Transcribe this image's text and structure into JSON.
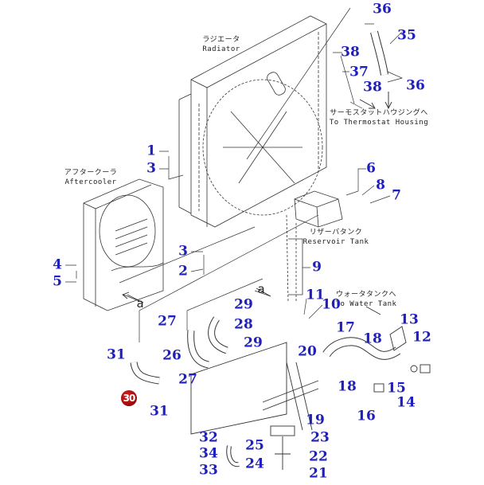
{
  "captions": {
    "radiator_jp": "ラジエータ",
    "radiator_en": "Radiator",
    "thermostat_jp": "サーモスタットハウジングへ",
    "thermostat_en": "To Thermostat Housing",
    "aftercooler_jp": "アフタークーラ",
    "aftercooler_en": "Aftercooler",
    "reservoir_jp": "リザーバタンク",
    "reservoir_en": "Reservoir Tank",
    "watertank_jp": "ウォータタンクへ",
    "watertank_en": "To Water Tank",
    "view_a_1": "a",
    "view_a_2": "a"
  },
  "callouts": [
    "36",
    "35",
    "38",
    "37",
    "38",
    "36",
    "1",
    "3",
    "6",
    "8",
    "7",
    "4",
    "5",
    "3",
    "2",
    "9",
    "11",
    "10",
    "29",
    "27",
    "28",
    "13",
    "17",
    "29",
    "18",
    "12",
    "31",
    "26",
    "20",
    "27",
    "18",
    "15",
    "31",
    "14",
    "16",
    "19",
    "32",
    "23",
    "25",
    "34",
    "22",
    "24",
    "33",
    "21"
  ],
  "highlight": {
    "label": "30",
    "color": "#c01818"
  },
  "colors": {
    "callout": "#1f1fbf",
    "line": "#333333"
  }
}
